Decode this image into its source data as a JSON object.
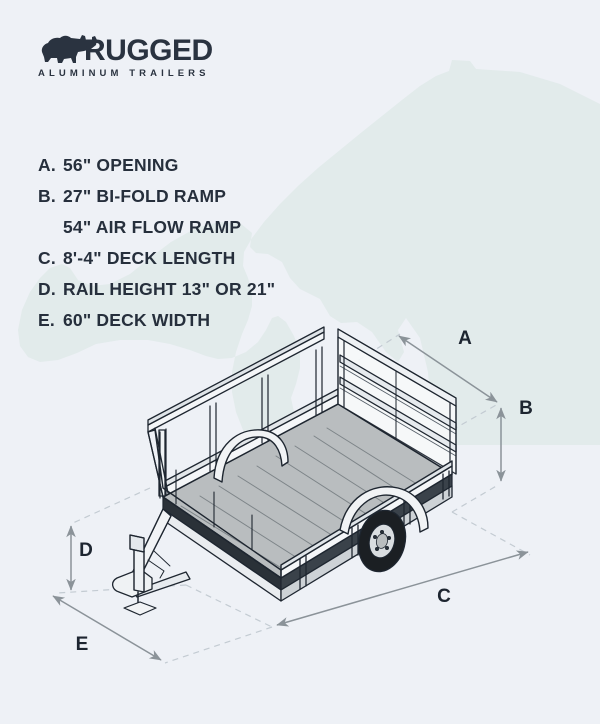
{
  "background_color": "#eef1f6",
  "watermark": {
    "name": "bear-silhouette-watermark",
    "color": "#e0eaea"
  },
  "logo": {
    "brand": "RUGGED",
    "tagline": "ALUMINUM TRAILERS",
    "mark": "bear-icon",
    "color": "#2a3340"
  },
  "legend": {
    "items": [
      {
        "key": "A.",
        "text": "56\" OPENING"
      },
      {
        "key": "B.",
        "text": "27\" BI-FOLD RAMP"
      },
      {
        "key": "",
        "text": "54\" AIR FLOW RAMP"
      },
      {
        "key": "C.",
        "text": "8'-4\" DECK LENGTH"
      },
      {
        "key": "D.",
        "text": "RAIL HEIGHT 13\" OR 21\""
      },
      {
        "key": "E.",
        "text": "60\" DECK WIDTH"
      }
    ],
    "text_color": "#262f3c"
  },
  "diagram": {
    "title": "utility-trailer-isometric-drawing",
    "dimension_labels": [
      {
        "id": "A",
        "label": "A",
        "measures": "56\" OPENING"
      },
      {
        "id": "B",
        "label": "B",
        "measures": "27\" BI-FOLD RAMP / 54\" AIR FLOW RAMP"
      },
      {
        "id": "C",
        "label": "C",
        "measures": "8'-4\" DECK LENGTH"
      },
      {
        "id": "D",
        "label": "D",
        "measures": "RAIL HEIGHT 13\" OR 21\""
      },
      {
        "id": "E",
        "label": "E",
        "measures": "60\" DECK WIDTH"
      }
    ],
    "colors": {
      "outline": "#1e2630",
      "deck": "#b9bdbf",
      "deck_plank_line": "#7d8488",
      "rail_fill": "#f4f6f8",
      "rail_shade": "#cdd2d6",
      "tire": "#1b1f23",
      "rim": "#d9dde0",
      "dimension_line": "#8b9399",
      "extension_line": "#c3cbd2"
    }
  }
}
